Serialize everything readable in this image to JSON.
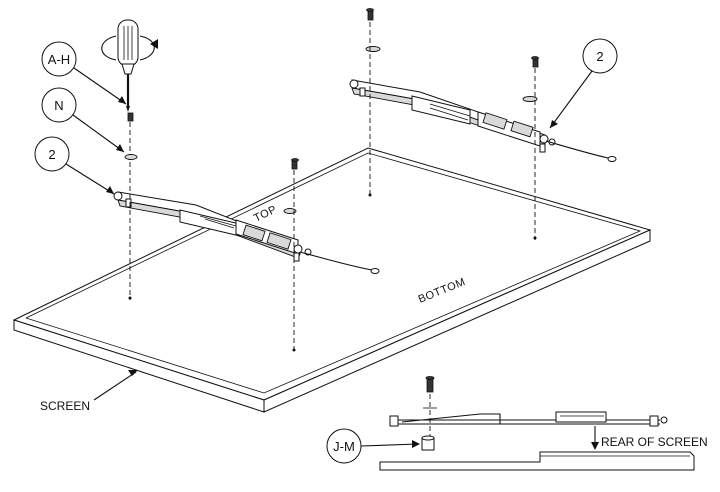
{
  "callouts": {
    "tool": "A-H",
    "washer": "N",
    "bracket_left": "2",
    "bracket_right": "2",
    "spacer": "J-M"
  },
  "labels": {
    "screen": "SCREEN",
    "rear_of_screen": "REAR OF SCREEN",
    "top": "TOP",
    "bottom": "BOTTOM"
  },
  "icons": {
    "screwdriver": "screwdriver-icon",
    "rotation": "rotation-arrow-icon"
  }
}
